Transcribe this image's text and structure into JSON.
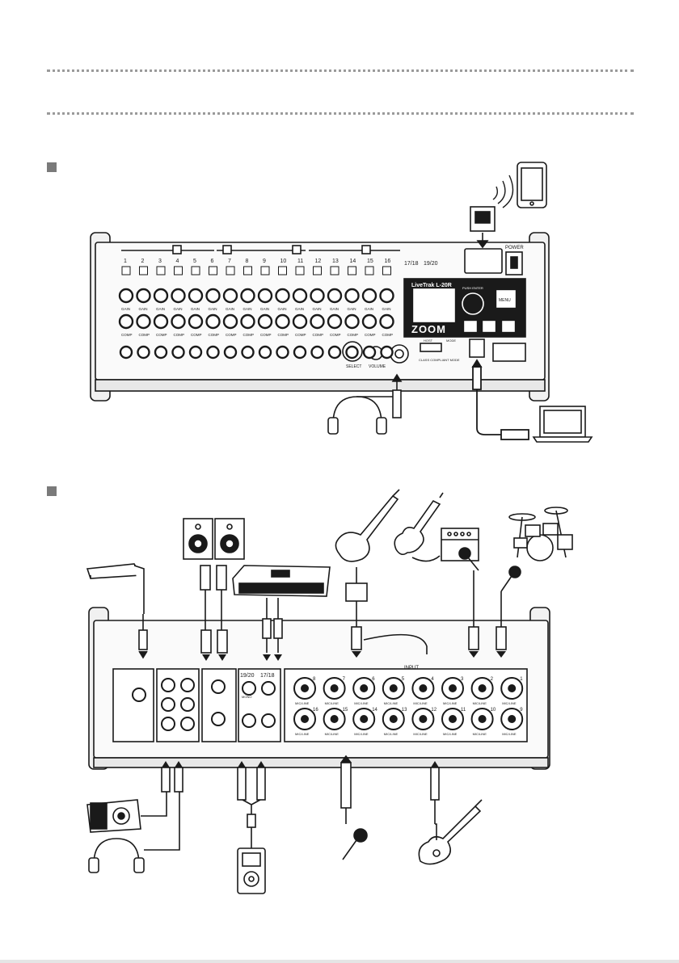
{
  "top_mixer": {
    "channel_numbers": [
      "1",
      "2",
      "3",
      "4",
      "5",
      "6",
      "7",
      "8",
      "9",
      "10",
      "11",
      "12",
      "13",
      "14",
      "15",
      "16"
    ],
    "stereo_labels": [
      "17/18",
      "19/20"
    ],
    "gain_label": "GAIN",
    "comp_label": "COMP",
    "brand_model": "LiveTrak  L-20R",
    "brand_logo": "ZOOM",
    "push_enter_label": "PUSH ENTER",
    "menu_label": "MENU",
    "power_label": "POWER",
    "host_label": "HOST",
    "mode_label": "MODE",
    "class_compliant_label": "CLASS COMPLIANT MODE",
    "select_label": "SELECT",
    "volume_label": "VOLUME"
  },
  "rear_panel": {
    "input_label": "INPUT",
    "stereo_labels": [
      "19/20",
      "17/18"
    ],
    "mono_label": "MONO",
    "mic_line_label": "MIC/LINE",
    "input_top_numbers": [
      "8",
      "7",
      "6",
      "5",
      "4",
      "3",
      "2",
      "1"
    ],
    "input_bottom_numbers": [
      "16",
      "15",
      "14",
      "13",
      "12",
      "11",
      "10",
      "9"
    ]
  },
  "colors": {
    "line": "#1a1a1a",
    "panel": "#f4f4f4",
    "screen": "#ffffff",
    "gray": "#8a8a8a"
  }
}
